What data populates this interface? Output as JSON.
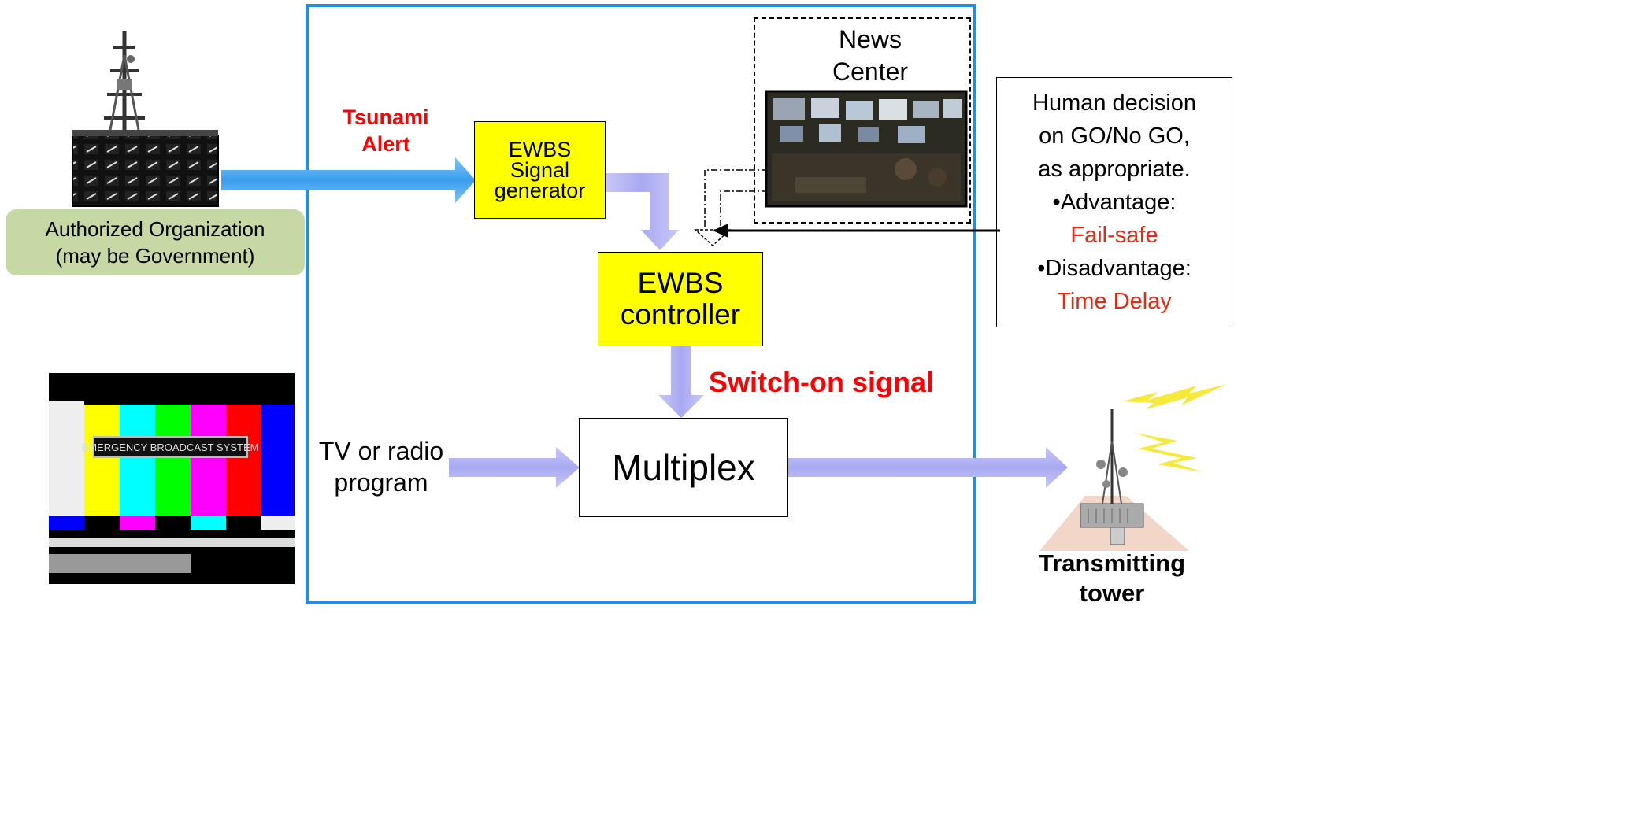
{
  "authorized_org": {
    "line1": "Authorized Organization",
    "line2": "(may be Government)"
  },
  "tsunami_alert": {
    "line1": "Tsunami",
    "line2": "Alert"
  },
  "signal_generator": {
    "line1": "EWBS",
    "line2": "Signal",
    "line3": "generator"
  },
  "news_center": {
    "line1": "News",
    "line2": "Center"
  },
  "decision": {
    "line1": "Human decision",
    "line2": "on GO/No GO,",
    "line3": "as appropriate.",
    "line4": "•Advantage:",
    "line5": "Fail-safe",
    "line6": "•Disadvantage:",
    "line7": "Time Delay"
  },
  "controller": {
    "line1": "EWBS",
    "line2": "controller"
  },
  "switch_on_signal": "Switch-on signal",
  "program": {
    "line1": "TV or radio",
    "line2": "program"
  },
  "multiplex": "Multiplex",
  "tower": {
    "line1": "Transmitting",
    "line2": "tower"
  },
  "tv_screen_text": "EMERGENCY BROADCAST SYSTEM",
  "colors": {
    "frame_blue": "#1f8fe6",
    "box_yellow": "#ffff00",
    "arrow_lavender": "#b4b4f5",
    "alert_red": "#ff0000",
    "advantage_orange": "#e8280f",
    "org_green": "#c6d8a4"
  }
}
